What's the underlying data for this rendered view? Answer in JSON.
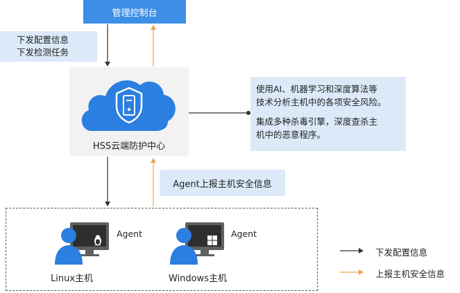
{
  "console": {
    "label": "管理控制台"
  },
  "dispatch_note": {
    "lines": [
      "下发配置信息",
      "下发检测任务"
    ]
  },
  "hss": {
    "label": "HSS云端防护中心"
  },
  "description": {
    "para1": [
      "使用AI、机器学习和深度算法等",
      "技术分析主机中的各项安全风险。"
    ],
    "para2": [
      "集成多种杀毒引擎，深度查杀主",
      "机中的恶意程序。"
    ]
  },
  "report_note": {
    "label": "Agent上报主机安全信息"
  },
  "hosts": [
    {
      "name": "Linux主机",
      "agent_label": "Agent",
      "os_icon": "linux-penguin-icon"
    },
    {
      "name": "Windows主机",
      "agent_label": "Agent",
      "os_icon": "windows-logo-icon"
    }
  ],
  "legend": [
    {
      "label": "下发配置信息",
      "color": "#333333"
    },
    {
      "label": "上报主机安全信息",
      "color": "#f5a04a"
    }
  ],
  "colors": {
    "console_blue": "#3d8ee6",
    "cloud_blue": "#2b7fe0",
    "note_bg": "#dbe9f8",
    "hss_bg": "#f2f2f2",
    "report_orange": "#f5a04a"
  }
}
